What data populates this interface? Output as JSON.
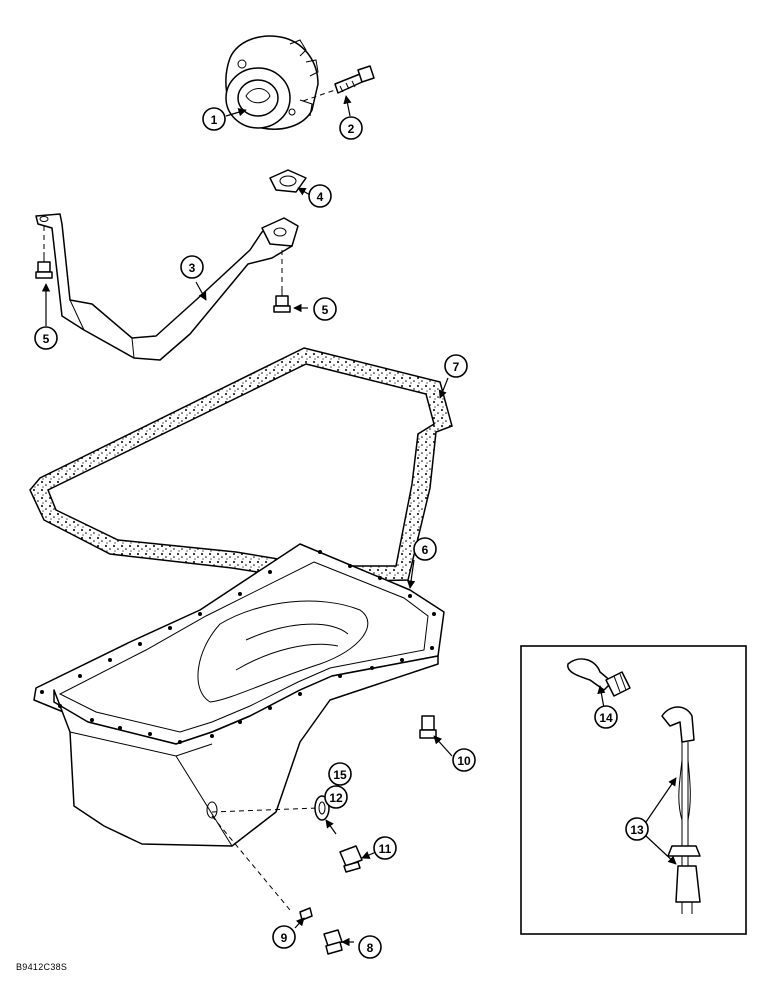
{
  "figure_code": "B9412C38S",
  "callouts": {
    "c1": "1",
    "c2": "2",
    "c3": "3",
    "c4": "4",
    "c5a": "5",
    "c5b": "5",
    "c6": "6",
    "c7": "7",
    "c8": "8",
    "c9": "9",
    "c10": "10",
    "c11": "11",
    "c12": "12",
    "c13": "13",
    "c14": "14",
    "c15": "15"
  },
  "icons": {
    "oil_pump": "oil-pump-icon",
    "bolt": "bolt-icon",
    "tube": "suction-tube-icon",
    "gasket": "pan-gasket-icon",
    "pan": "oil-pan-icon",
    "heater": "heater-icon"
  }
}
